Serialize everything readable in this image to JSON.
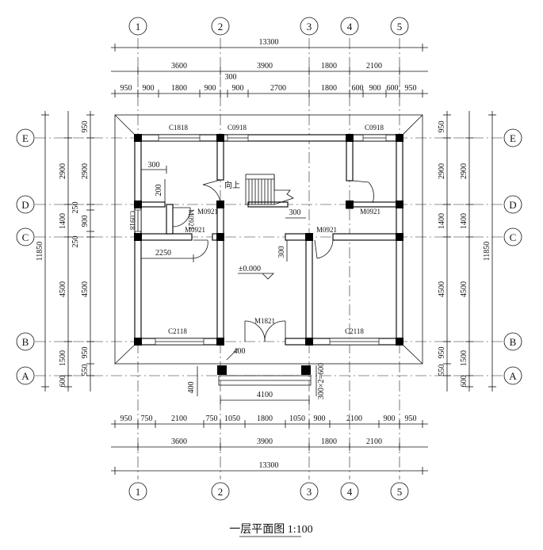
{
  "title": "一层平面图 1:100",
  "axes": {
    "vertical": [
      "1",
      "2",
      "3",
      "4",
      "5"
    ],
    "horizontal": [
      "A",
      "B",
      "C",
      "D",
      "E"
    ]
  },
  "top_dims": {
    "total": "13300",
    "bays": [
      "3600",
      "3900",
      "1800",
      "2100"
    ],
    "detail": [
      "950",
      "900",
      "1800",
      "900",
      "900",
      "2700",
      "1800",
      "600",
      "900",
      "600",
      "950"
    ],
    "offset": "300"
  },
  "bottom_dims": {
    "detail": [
      "950",
      "750",
      "2100",
      "750",
      "1050",
      "1800",
      "1050",
      "900",
      "2100",
      "900",
      "950"
    ],
    "bays": [
      "3600",
      "3900",
      "1800",
      "2100"
    ],
    "total": "13300",
    "porch": "4100"
  },
  "left_dims": {
    "total": "11850",
    "bays": [
      "600",
      "1500",
      "4500",
      "1400",
      "2900"
    ],
    "detail": [
      "550",
      "950",
      "4500",
      "250",
      "900",
      "250",
      "2900",
      "950"
    ]
  },
  "right_dims": {
    "total": "11850",
    "bays": [
      "600",
      "1500",
      "4500",
      "1400",
      "2900"
    ],
    "detail": [
      "550",
      "950",
      "4500",
      "1400",
      "2900",
      "950"
    ]
  },
  "labels": {
    "c1818": "C1818",
    "c0918_top1": "C0918",
    "c0918_top2": "C0918",
    "c0918_left": "C0918",
    "c2118_left": "C2118",
    "c2118_right": "C2118",
    "m1821": "M1821",
    "m0921_a": "M0921",
    "m0921_b": "M0921",
    "m0921_c": "M0921",
    "m0921_d": "M0921",
    "m0921_e": "M0921",
    "stair_up": "向上",
    "elevation": "±0.000"
  },
  "misc_dims": {
    "d300_a": "300",
    "d200": "200",
    "d2250": "2250",
    "d300_b": "300",
    "d300_c": "300",
    "d400_a": "400",
    "d400_b": "400",
    "d300x2": "300×2=600"
  }
}
